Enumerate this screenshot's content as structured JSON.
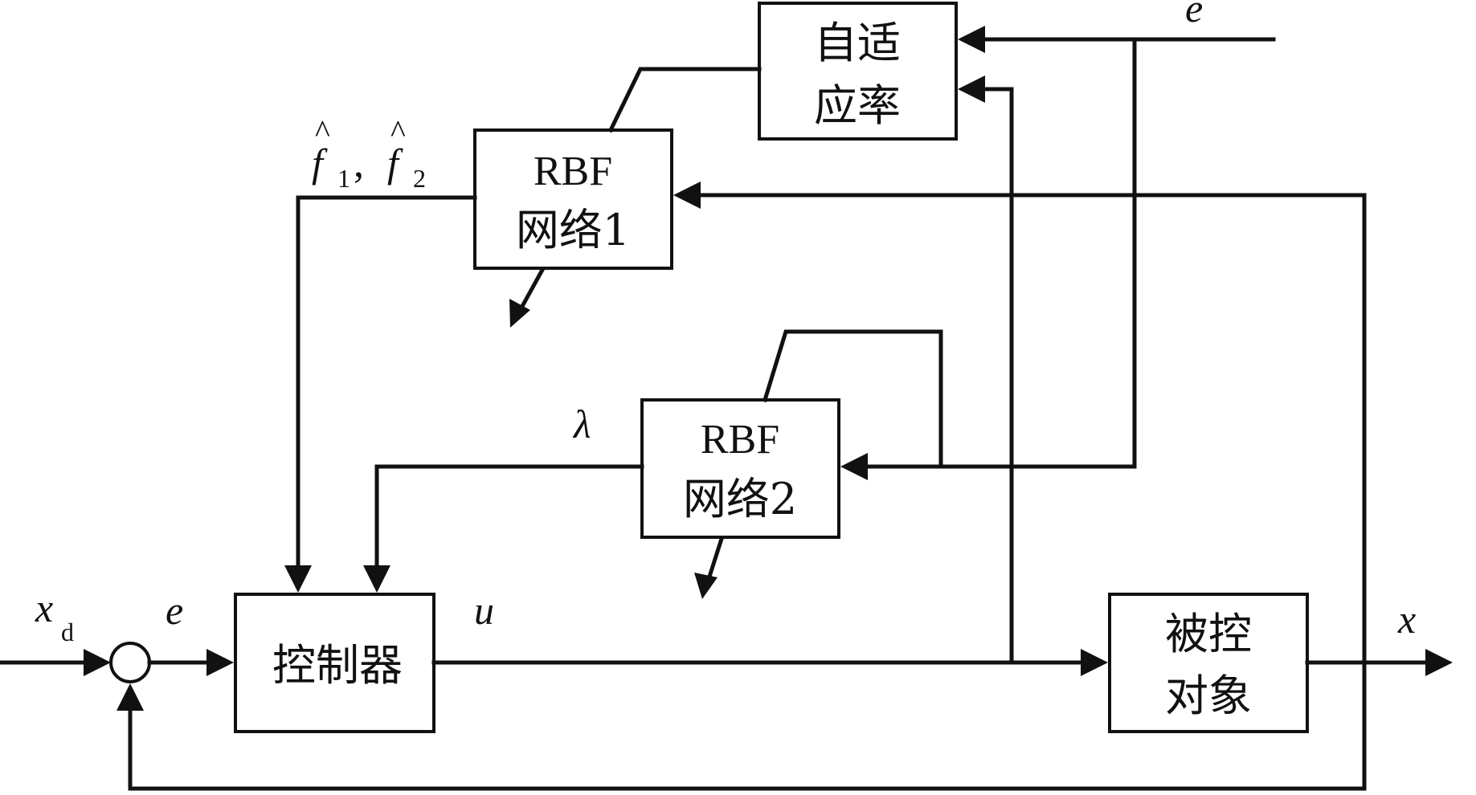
{
  "diagram": {
    "type": "block-diagram",
    "blocks": {
      "adaptive_law": {
        "line1": "自适",
        "line2": "应率"
      },
      "rbf1": {
        "line1": "RBF",
        "line2": "网络1"
      },
      "rbf2": {
        "line1": "RBF",
        "line2": "网络2"
      },
      "controller": {
        "label": "控制器"
      },
      "plant": {
        "line1": "被控",
        "line2": "对象"
      }
    },
    "signals": {
      "xd_main": "x",
      "xd_sub": "d",
      "error_main": "e",
      "error_top": "e",
      "control": "u",
      "output": "x",
      "f1": "f",
      "f1_sub": "1",
      "sep": ",",
      "f2": "f",
      "f2_sub": "2",
      "hat": "^",
      "lambda": "λ"
    },
    "colors": {
      "line": "#111111",
      "background": "#ffffff"
    }
  }
}
